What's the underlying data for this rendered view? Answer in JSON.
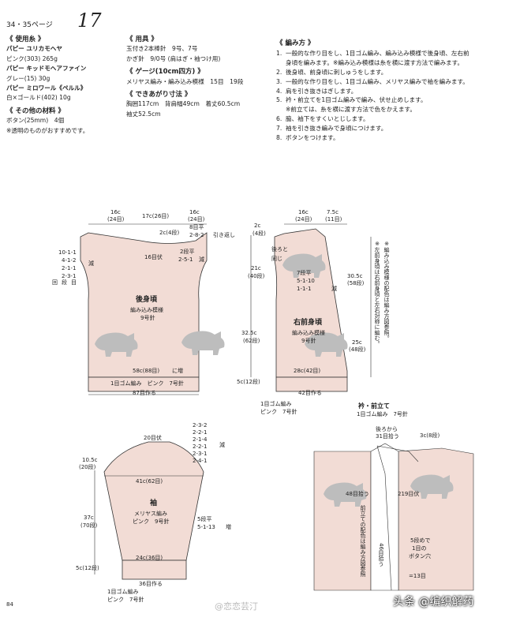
{
  "header": {
    "page_ref": "34・35ページ",
    "big_number": "17"
  },
  "materials": {
    "title": "《 使用糸 》",
    "lines": [
      "パピー ユリカモヘヤ",
      "ピンク(303) 265g",
      "パピー キッドモヘアファイン",
      "グレー(15) 30g",
      "パピー ミロワール《ペルル》",
      "白×ゴールド(402) 10g"
    ],
    "other_title": "《 その他の材料 》",
    "other_lines": [
      "ボタン(25mm)　4個",
      "※透明のものがおすすめです。"
    ]
  },
  "tools": {
    "title": "《 用具 》",
    "lines": [
      "玉付き2本棒針　9号、7号",
      "かぎ針　9/0号 (肩はぎ・袖つけ用)"
    ],
    "gauge_title": "《 ゲージ(10cm四方) 》",
    "gauge_lines": [
      "メリヤス編み・編み込み模様　15目　19段"
    ],
    "size_title": "《 できあがり寸法 》",
    "size_lines": [
      "胸囲117cm　背肩幅49cm　着丈60.5cm",
      "袖丈52.5cm"
    ]
  },
  "method": {
    "title": "《 編み方 》",
    "steps": [
      {
        "n": "1.",
        "lines": [
          "一般的な作り目をし、1目ゴム編み、編み込み模様で後身頃、左右前",
          "身頃を編みます。※編み込み模様は糸を横に渡す方法で編みます。"
        ]
      },
      {
        "n": "2.",
        "lines": [
          "後身頃、前身頃に刺しゅうをします。"
        ]
      },
      {
        "n": "3.",
        "lines": [
          "一般的な作り目をし、1目ゴム編み、メリヤス編みで袖を編みます。"
        ]
      },
      {
        "n": "4.",
        "lines": [
          "肩を引き抜きはぎします。"
        ]
      },
      {
        "n": "5.",
        "lines": [
          "衿・前立てを1目ゴム編みで編み、伏せ止めします。",
          "※前立ては、糸を横に渡す方法で色をかえます。"
        ]
      },
      {
        "n": "6.",
        "lines": [
          "脇、袖下をすくいとじします。"
        ]
      },
      {
        "n": "7.",
        "lines": [
          "袖を引き抜き編みで身頃につけます。"
        ]
      },
      {
        "n": "8.",
        "lines": [
          "ボタンをつけます。"
        ]
      }
    ]
  },
  "back": {
    "top_dims": [
      "16c",
      "(24目)",
      "17c(26目)",
      "16c",
      "(24目)"
    ],
    "neck": [
      "2c(4段)",
      "8目平",
      "2-8-2",
      "引き返し",
      "16目伏",
      "2段平",
      "2-5-1",
      "減"
    ],
    "armhole": [
      "10-1-1",
      "4-1-2",
      "2-1-1",
      "2-3-1",
      "段",
      "目",
      "回",
      "減"
    ],
    "title": "後身頃",
    "sub1": "編み込み模様",
    "sub2": "9号針",
    "width": "58c(88目)",
    "inc": "に増",
    "rib": "1目ゴム編み　ピンク　7号針",
    "cast": "87目作る"
  },
  "front": {
    "top_dims": [
      "16c",
      "(24目)",
      "7.5c",
      "(11目)"
    ],
    "shoulder": [
      "2c",
      "(4段)"
    ],
    "heights": [
      "21c",
      "(40段)",
      "32.5c",
      "(62段)",
      "5c(12段)"
    ],
    "neck": [
      "後ろと",
      "同じ",
      "7段平",
      "5-1-10",
      "1-1-1",
      "減"
    ],
    "right_heights": [
      "30.5c",
      "(58段)",
      "25c",
      "(48段)"
    ],
    "note": [
      "※編み込み模様の配色は編み方図参照。",
      "※左前身頃は右前身頃と左右対称に編む。"
    ],
    "title": "右前身頃",
    "sub1": "編み込み模様",
    "sub2": "9号針",
    "width": "28c(42目)",
    "cast": "42目作る",
    "rib": "1目ゴム編み",
    "rib2": "ピンク　7号針"
  },
  "sleeve": {
    "top": "20目伏",
    "cap": [
      "2-3-2",
      "2-2-1",
      "2-1-4",
      "2-2-1",
      "2-3-1",
      "2-4-1",
      "減"
    ],
    "heights": [
      "10.5c",
      "(20段)",
      "37c",
      "(70段)",
      "5c(12段)"
    ],
    "width": "41c(62目)",
    "title": "袖",
    "sub1": "メリヤス編み",
    "sub2": "ピンク　9号針",
    "inc": [
      "5段平",
      "5-1-13",
      "増"
    ],
    "cuff": "24c(36目)",
    "cast": "36目作る",
    "rib": [
      "1目ゴム編み",
      "ピンク　7号針"
    ]
  },
  "collar": {
    "title": "衿・前立て",
    "sub": "1目ゴム編み　7号針",
    "labels": [
      "後ろから",
      "31目拾う",
      "3c(8段)",
      "48目拾う",
      "219目伏",
      "5段めで",
      "1目の",
      "ボタン穴",
      "=13目",
      "46目拾う"
    ],
    "mid_text": "前立ての配色は編み方図参照"
  },
  "footer": {
    "page": "84",
    "wm1": "@恋恋芸汀",
    "wm2": "头条 @编织解药"
  },
  "colors": {
    "pink": "#f2dcd5",
    "line": "#333333",
    "motif": "#bdbdbd"
  }
}
